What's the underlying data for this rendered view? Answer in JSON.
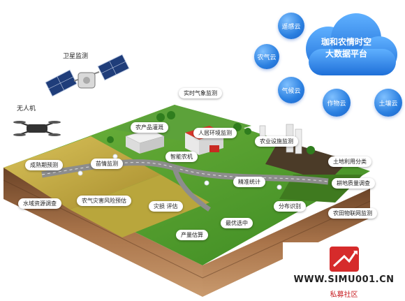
{
  "platform": {
    "line1": "珈和农情时空",
    "line2": "大数据平台"
  },
  "clouds": [
    "遥感云",
    "农气云",
    "气候云",
    "作物云",
    "土壤云"
  ],
  "devices": {
    "satellite": "卫星监测",
    "drone": "无人机"
  },
  "labels": {
    "weather": "实时气象监测",
    "crop_irrigation": "农产品灌溉",
    "habitat": "人居环境监测",
    "facility": "农业设施监测",
    "smart_machine": "智能农机",
    "maturity": "成熟期预测",
    "pest": "苗情监测",
    "land_use": "土地利用分类",
    "precise_stats": "精准统计",
    "soil_quality": "耕地质量调查",
    "water_survey": "水域资源调查",
    "disaster_warning": "农气灾害风险预估",
    "damage_eval": "灾损 评估",
    "distribution": "分布识别",
    "iot": "农田物联网监测",
    "yield": "产量估算",
    "best_selection": "最优选中"
  },
  "watermark": {
    "url": "WWW.SIMU001.CN",
    "sub": "私募社区"
  },
  "colors": {
    "cloud_blue": "#2f86ea",
    "grass": "#4f9a2a",
    "wheat": "#c9b24a",
    "soil": "#8a5a32"
  }
}
